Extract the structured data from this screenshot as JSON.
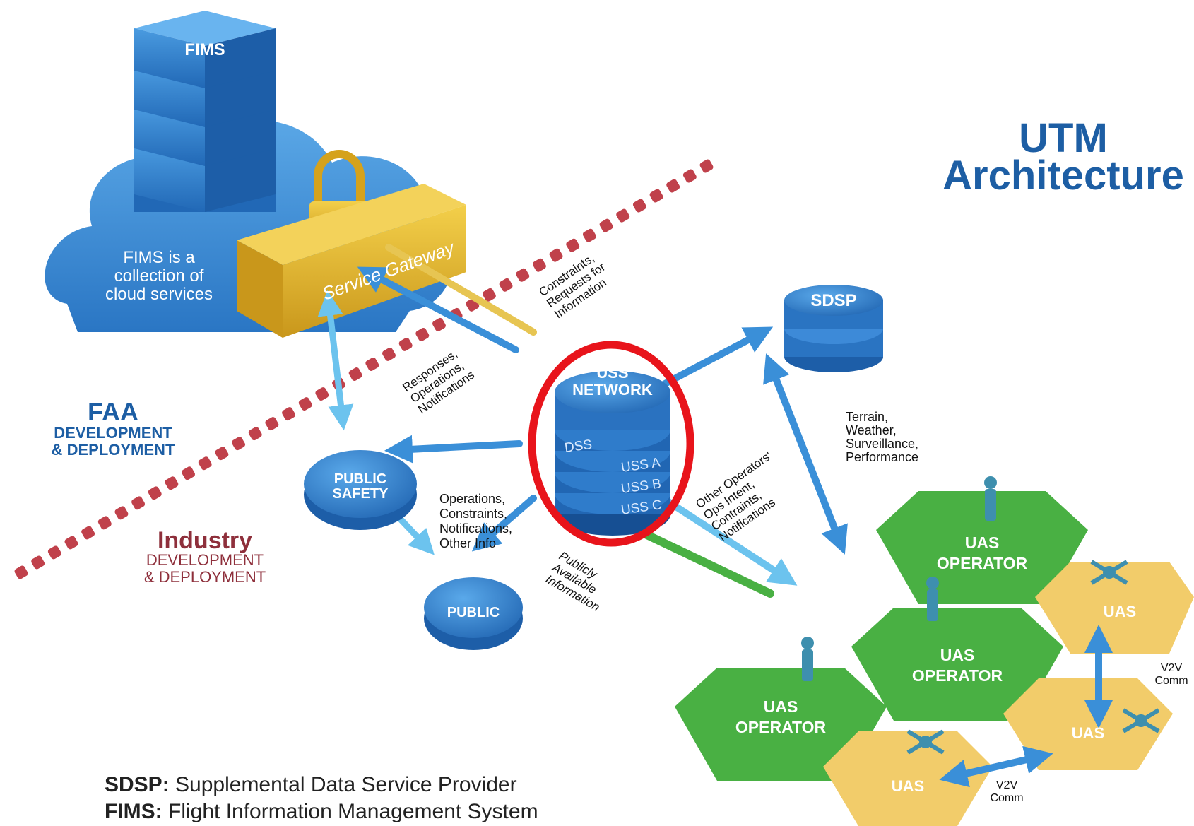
{
  "title": {
    "line1": "UTM",
    "line2": "Architecture"
  },
  "fims": {
    "label": "FIMS",
    "cloud_text": [
      "FIMS is a",
      "collection of",
      "cloud services"
    ],
    "gateway_label": "Service Gateway"
  },
  "faa": {
    "title": "FAA",
    "line1": "DEVELOPMENT",
    "line2": "& DEPLOYMENT"
  },
  "industry": {
    "title": "Industry",
    "line1": "DEVELOPMENT",
    "line2": "& DEPLOYMENT"
  },
  "uss": {
    "label_line1": "USS",
    "label_line2": "NETWORK",
    "layers": [
      "DSS",
      "USS A",
      "USS B",
      "USS C"
    ]
  },
  "sdsp": {
    "label": "SDSP"
  },
  "public_safety": {
    "line1": "PUBLIC",
    "line2": "SAFETY"
  },
  "public": {
    "label": "PUBLIC"
  },
  "flows": {
    "constraints_requests": [
      "Constraints,",
      "Requests for",
      "Information"
    ],
    "responses": [
      "Responses,",
      "Operations,",
      "Notifications"
    ],
    "operations_other": [
      "Operations,",
      "Constraints,",
      "Notifications,",
      "Other Info"
    ],
    "publicly_available": [
      "Publicly",
      "Available",
      "Information"
    ],
    "other_operators": [
      "Other Operators'",
      "Ops Intent,",
      "Contraints,",
      "Notifications"
    ],
    "terrain": [
      "Terrain,",
      "Weather,",
      "Surveillance,",
      "Performance"
    ]
  },
  "hexes": {
    "operator_line1": "UAS",
    "operator_line2": "OPERATOR",
    "uas": "UAS",
    "v2v_line1": "V2V",
    "v2v_line2": "Comm"
  },
  "legend": [
    {
      "abbr": "SDSP:",
      "text": "Supplemental Data Service Provider"
    },
    {
      "abbr": "FIMS:",
      "text": "Flight Information Management System"
    }
  ],
  "colors": {
    "blue": "#2f7fd0",
    "dark_blue": "#1f5fa8",
    "light_blue": "#6cc3ee",
    "gold": "#e6b829",
    "green": "#49b043",
    "yellow_hex": "#f2cc6a",
    "red_highlight": "#e8141b",
    "faa_blue": "#1d5ea4",
    "industry_maroon": "#8e2f3b",
    "dots": "#c0414b"
  }
}
